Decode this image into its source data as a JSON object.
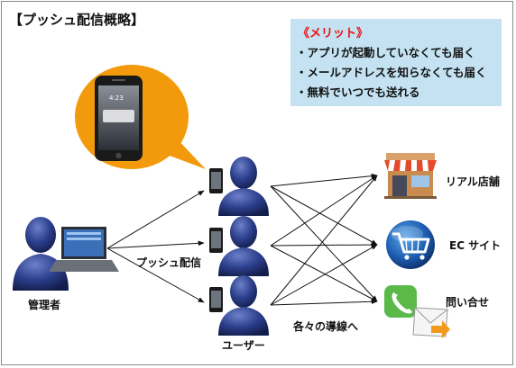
{
  "title": "【プッシュ配信概略】",
  "merits": {
    "heading": "《メリット》",
    "items": [
      "・アプリが起動していなくても届く",
      "・メールアドレスを知らなくても届く",
      "・無料でいつでも送れる"
    ]
  },
  "phone_screen_time": "4:23",
  "labels": {
    "admin": "管理者",
    "push": "プッシュ配信",
    "users": "ユーザー",
    "channels": "各々の導線へ"
  },
  "destinations": [
    {
      "label": "リアル店舗",
      "icon": "storefront-icon"
    },
    {
      "label": "EC サイト",
      "icon": "shopping-cart-icon"
    },
    {
      "label": "問い合せ",
      "icon": "phone-mail-icon"
    }
  ],
  "colors": {
    "bubble": "#f39a0c",
    "merit_bg": "#c4e2f1",
    "merit_heading": "#ee1111",
    "person": "#22357e"
  }
}
